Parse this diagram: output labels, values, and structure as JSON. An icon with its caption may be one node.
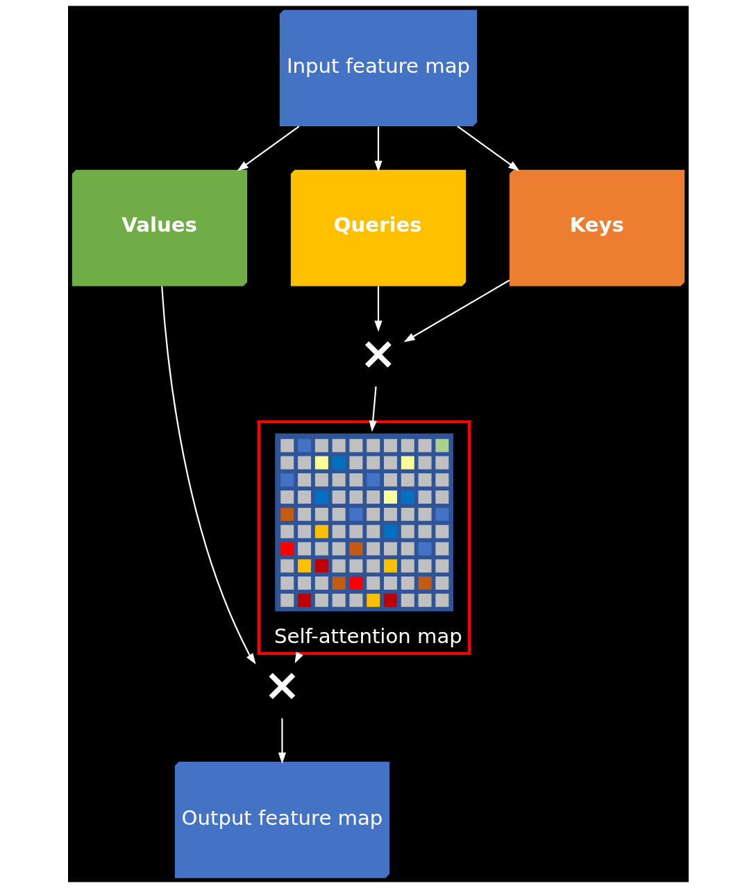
{
  "diagram": {
    "nodes": [
      {
        "text": [
          "Input feature map"
        ]
      },
      {
        "text": [
          "Values"
        ]
      },
      {
        "text": [
          "Queries"
        ]
      },
      {
        "text": [
          "Keys"
        ]
      },
      {
        "text": [
          "×"
        ]
      },
      {
        "text": [
          "Self-attention map"
        ]
      },
      {
        "text": [],
        "shape": "picture",
        "in": 5
      },
      {
        "text": [
          "×"
        ]
      },
      {
        "text": [
          "Output feature map"
        ]
      }
    ],
    "edges": [
      {
        "from": 0,
        "to": 1,
        "arrow": "to"
      },
      {
        "from": 0,
        "to": 2,
        "arrow": "to"
      },
      {
        "from": 0,
        "to": 3,
        "arrow": "to"
      },
      {
        "from": 2,
        "to": 4,
        "arrow": "to"
      },
      {
        "from": 3,
        "to": 4,
        "arrow": "to"
      },
      {
        "from": 4,
        "to": 6,
        "arrow": "to"
      },
      {
        "from": 1,
        "to": 7,
        "arrow": "to"
      },
      {
        "from": 6,
        "to": 7,
        "arrow": "to"
      },
      {
        "from": 7,
        "to": 8,
        "arrow": "to"
      }
    ]
  }
}
